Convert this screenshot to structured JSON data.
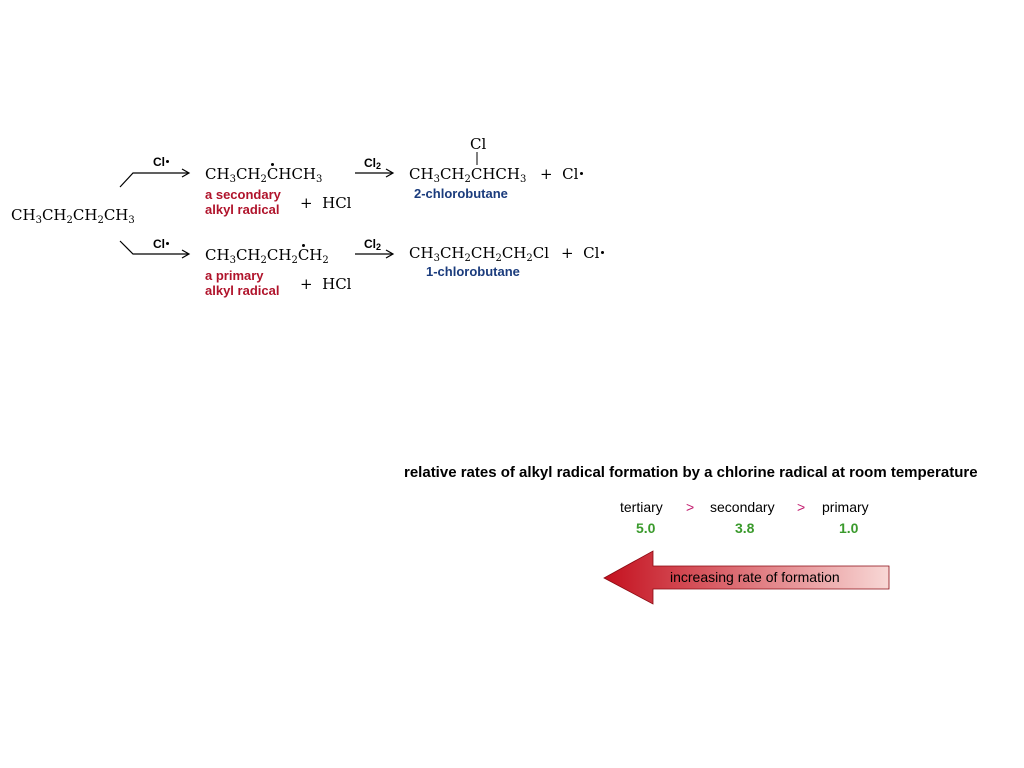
{
  "colors": {
    "label_red": "#b0132b",
    "label_blue": "#1a3b7c",
    "value_green": "#3a9a2c",
    "gt_magenta": "#c21a6e",
    "arrow_dark": "#c4101e",
    "arrow_light": "#f8d8d6"
  },
  "reactant": {
    "c1": "CH",
    "s1": "3",
    "c2": "CH",
    "s2": "2",
    "c3": "CH",
    "s3": "2",
    "c4": "CH",
    "s4": "3"
  },
  "top": {
    "reagent1": "Cl",
    "radical": {
      "a": "CH",
      "as": "3",
      "b": "CH",
      "bs": "2",
      "c": "C",
      "d": "HCH",
      "ds": "3"
    },
    "radical_label_1": "a secondary",
    "radical_label_2": "alkyl radical",
    "plus": "+",
    "byproduct": "HCl",
    "reagent2": "Cl",
    "reagent2_sub": "2",
    "cl_sub": "Cl",
    "product": {
      "a": "CH",
      "as": "3",
      "b": "CH",
      "bs": "2",
      "c": "CHCH",
      "cs": "3"
    },
    "product_name": "2-chlorobutane",
    "plus2": "+",
    "cl_radical": "Cl"
  },
  "bottom": {
    "reagent1": "Cl",
    "radical": {
      "a": "CH",
      "as": "3",
      "b": "CH",
      "bs": "2",
      "c": "CH",
      "cs": "2",
      "d": "C",
      "e": "H",
      "es": "2"
    },
    "radical_label_1": "a primary",
    "radical_label_2": "alkyl radical",
    "plus": "+",
    "byproduct": "HCl",
    "reagent2": "Cl",
    "reagent2_sub": "2",
    "product": {
      "a": "CH",
      "as": "3",
      "b": "CH",
      "bs": "2",
      "c": "CH",
      "cs": "2",
      "d": "CH",
      "ds": "2",
      "e": "Cl"
    },
    "product_name": "1-chlorobutane",
    "plus2": "+",
    "cl_radical": "Cl"
  },
  "rates": {
    "title": "relative rates of alkyl radical formation by a chlorine radical at room temperature",
    "ranks": [
      "tertiary",
      "secondary",
      "primary"
    ],
    "gt_symbol": ">",
    "values": [
      "5.0",
      "3.8",
      "1.0"
    ],
    "arrow_label": "increasing rate of formation"
  }
}
